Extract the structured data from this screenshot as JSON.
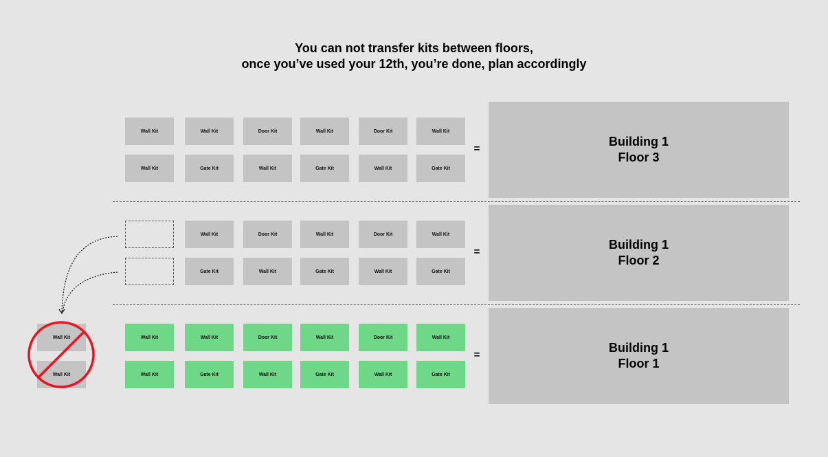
{
  "title": {
    "line1": "You can not transfer kits between floors,",
    "line2": "once you’ve used your 12th, you’re done, plan accordingly"
  },
  "floor3": {
    "row1": [
      "Wall Kit",
      "Wall Kit",
      "Door Kit",
      "Wall Kit",
      "Door Kit",
      "Wall Kit"
    ],
    "row2": [
      "Wall Kit",
      "Gate Kit",
      "Wall Kit",
      "Gate Kit",
      "Wall Kit",
      "Gate Kit"
    ],
    "equals": "=",
    "building": "Building 1",
    "floor": "Floor 3"
  },
  "floor2": {
    "row1": [
      "Wall Kit",
      "Door Kit",
      "Wall Kit",
      "Door Kit",
      "Wall Kit"
    ],
    "row2": [
      "Gate Kit",
      "Wall Kit",
      "Gate Kit",
      "Wall Kit",
      "Gate Kit"
    ],
    "equals": "=",
    "building": "Building 1",
    "floor": "Floor 2"
  },
  "floor1": {
    "row1": [
      "Wall Kit",
      "Wall Kit",
      "Door Kit",
      "Wall Kit",
      "Door Kit",
      "Wall Kit"
    ],
    "row2": [
      "Wall Kit",
      "Gate Kit",
      "Wall Kit",
      "Gate Kit",
      "Wall Kit",
      "Gate Kit"
    ],
    "equals": "=",
    "building": "Building 1",
    "floor": "Floor 1"
  },
  "leftover": [
    "Wall Kit",
    "Wall Kit"
  ],
  "colors": {
    "background": "#e5e5e5",
    "kit": "#c4c4c4",
    "used_kit": "#6fd788",
    "prohibit": "#e8141e"
  },
  "icons": {
    "prohibited": "prohibited-icon",
    "arrows": "dotted-curved-arrow"
  }
}
